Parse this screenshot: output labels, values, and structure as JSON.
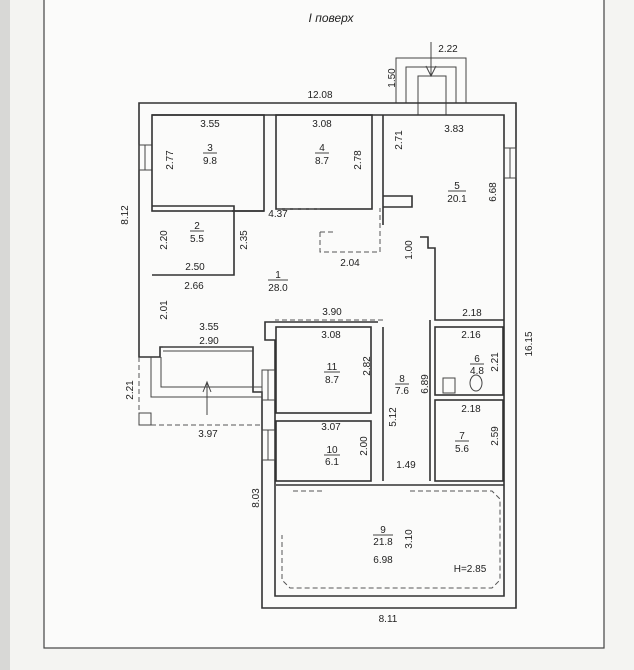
{
  "title": "I поверх",
  "rooms": [
    {
      "number": "1",
      "area": "28.0"
    },
    {
      "number": "2",
      "area": "5.5"
    },
    {
      "number": "3",
      "area": "9.8"
    },
    {
      "number": "4",
      "area": "8.7"
    },
    {
      "number": "5",
      "area": "20.1"
    },
    {
      "number": "6",
      "area": "4.8"
    },
    {
      "number": "7",
      "area": "5.6"
    },
    {
      "number": "8",
      "area": "7.6"
    },
    {
      "number": "9",
      "area": "21.8"
    },
    {
      "number": "10",
      "area": "6.1"
    },
    {
      "number": "11",
      "area": "8.7"
    }
  ],
  "dims": {
    "entrance_width": "2.22",
    "entrance_depth": "1.50",
    "total_top": "12.08",
    "r3_w": "3.55",
    "r3_h": "2.77",
    "r4_w": "3.08",
    "r4_h": "2.78",
    "r5_nook": "2.71",
    "r5_w": "3.83",
    "r5_h": "6.68",
    "left_total": "8.12",
    "hall_top": "4.37",
    "r2_h": "2.20",
    "r2_h2": "2.35",
    "hall_mid": "2.04",
    "chimney": "1.00",
    "r2_w": "2.50",
    "hall_left": "2.66",
    "hall_left_h": "2.01",
    "hall_bottom": "3.90",
    "r5_bottom": "2.18",
    "porch_w1": "3.55",
    "porch_w2": "2.90",
    "r11_w": "3.08",
    "r6_w": "2.16",
    "r11_h": "2.82",
    "r8_h": "6.89",
    "r6_h": "2.21",
    "right_total": "16.15",
    "porch_h": "2.21",
    "r8_h2": "5.12",
    "r7_w": "2.18",
    "r10_w": "3.07",
    "porch_bottom": "3.97",
    "r7_h": "2.59",
    "r10_h": "2.00",
    "r8_w": "1.49",
    "left_lower": "8.03",
    "r9_h": "3.10",
    "r9_w": "6.98",
    "ceiling_height": "H=2.85",
    "total_bottom": "8.11"
  }
}
